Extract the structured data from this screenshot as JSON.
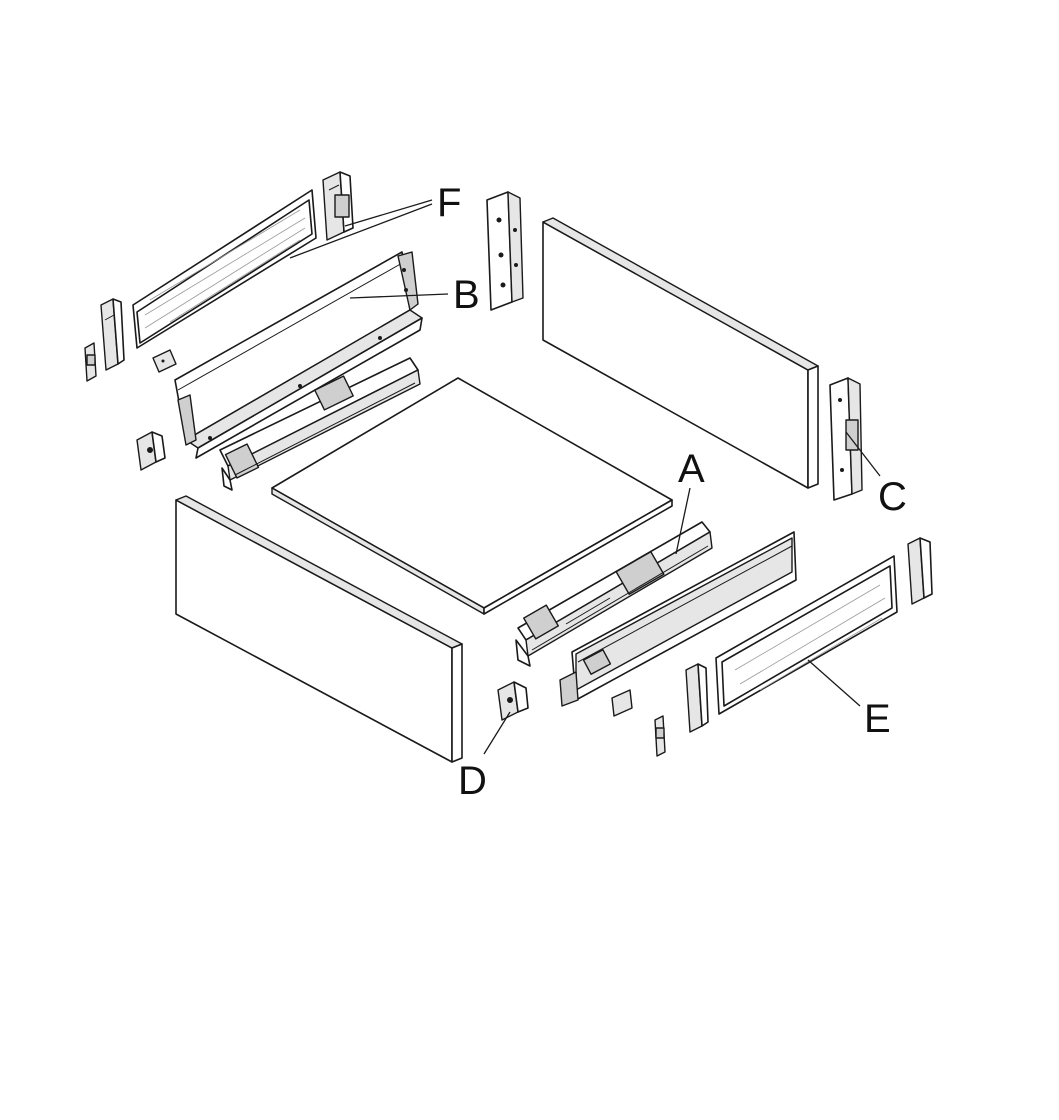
{
  "callouts": {
    "A": "A",
    "B": "B",
    "C": "C",
    "D": "D",
    "E": "E",
    "F": "F"
  },
  "colors": {
    "background": "#ffffff",
    "line": "#1a1a1a",
    "metal_fill": "#cfcfcf",
    "glass_hatch": "#9a9a9a"
  }
}
